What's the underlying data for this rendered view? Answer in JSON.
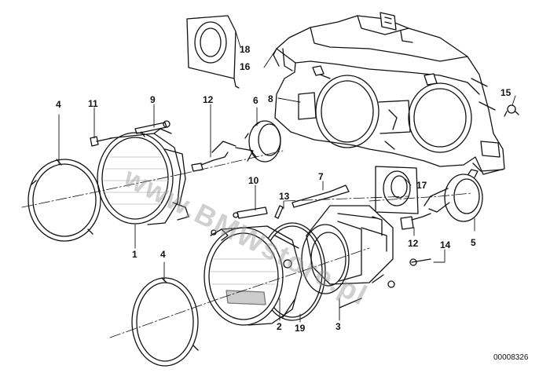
{
  "diagram": {
    "callouts": [
      {
        "id": "c1",
        "text": "1"
      },
      {
        "id": "c2",
        "text": "2"
      },
      {
        "id": "c3",
        "text": "3"
      },
      {
        "id": "c4a",
        "text": "4"
      },
      {
        "id": "c4b",
        "text": "4"
      },
      {
        "id": "c5",
        "text": "5"
      },
      {
        "id": "c6",
        "text": "6"
      },
      {
        "id": "c7",
        "text": "7"
      },
      {
        "id": "c8",
        "text": "8"
      },
      {
        "id": "c9",
        "text": "9"
      },
      {
        "id": "c10",
        "text": "10"
      },
      {
        "id": "c11",
        "text": "11"
      },
      {
        "id": "c12a",
        "text": "12"
      },
      {
        "id": "c12b",
        "text": "12"
      },
      {
        "id": "c13",
        "text": "13"
      },
      {
        "id": "c14",
        "text": "14"
      },
      {
        "id": "c15",
        "text": "15"
      },
      {
        "id": "c16",
        "text": "16"
      },
      {
        "id": "c17",
        "text": "17"
      },
      {
        "id": "c18",
        "text": "18"
      },
      {
        "id": "c19",
        "text": "19"
      }
    ],
    "diagram_number": "00008326",
    "watermark": "www.BMWstore.pl"
  }
}
